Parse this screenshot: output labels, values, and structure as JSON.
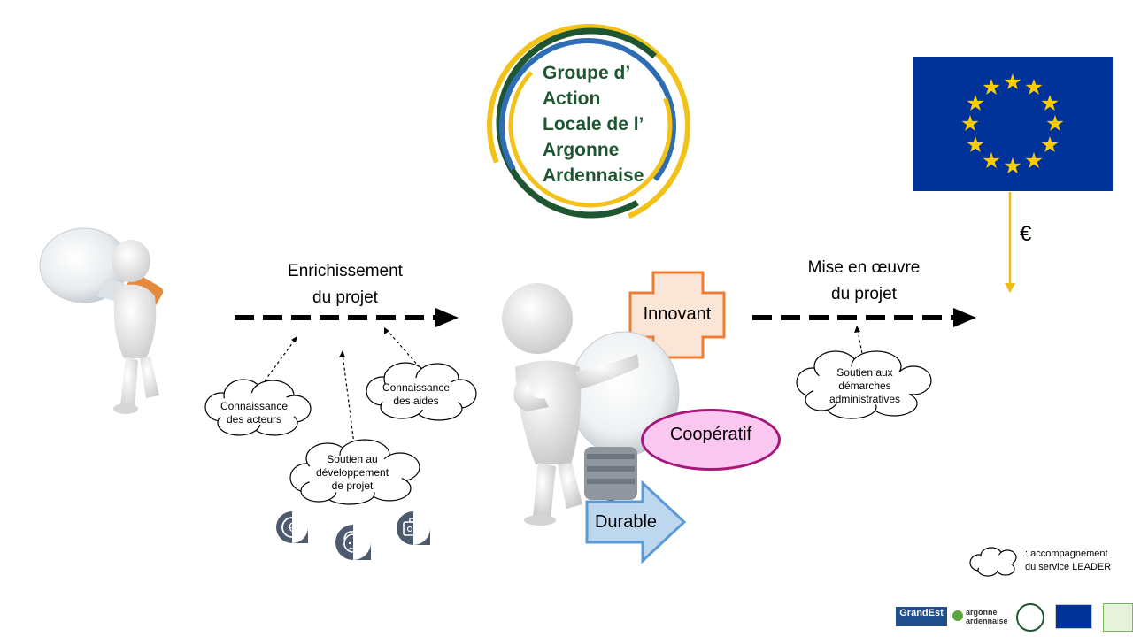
{
  "logo": {
    "lines": [
      "Groupe d’",
      "Action",
      "Locale de l’",
      "Argonne",
      "Ardennaise"
    ]
  },
  "flow_left": {
    "title_line1": "Enrichissement",
    "title_line2": "du projet"
  },
  "flow_right": {
    "title_line1": "Mise en œuvre",
    "title_line2": "du projet"
  },
  "euro_symbol": "€",
  "clouds": {
    "acteurs": [
      "Connaissance",
      "des acteurs"
    ],
    "aides": [
      "Connaissance",
      "des aides"
    ],
    "soutien_dev": [
      "Soutien au",
      "développement",
      "de projet"
    ],
    "soutien_admin": [
      "Soutien aux",
      "démarches",
      "administratives"
    ]
  },
  "qualities": {
    "innovant": "Innovant",
    "cooperatif": "Coopératif",
    "durable": "Durable"
  },
  "legend": {
    "line1": ": accompagnement",
    "line2": "du service LEADER"
  },
  "footer_logos": {
    "grandest": "GrandEst",
    "argonne": "argonne",
    "argonne2": "ardennaise"
  },
  "colors": {
    "eu_blue": "#003399",
    "eu_star": "#FFCC00",
    "arrow_yellow": "#F2B90F",
    "innovant_border": "#ED7D31",
    "innovant_fill": "#FBE5D6",
    "cooperatif_border": "#A5187A",
    "cooperatif_fill": "#F9C7F0",
    "durable_border": "#5B9BD5",
    "durable_fill": "#BDD7EE",
    "logo_green": "#1E5631",
    "icon_gray": "#4E5A6E"
  }
}
